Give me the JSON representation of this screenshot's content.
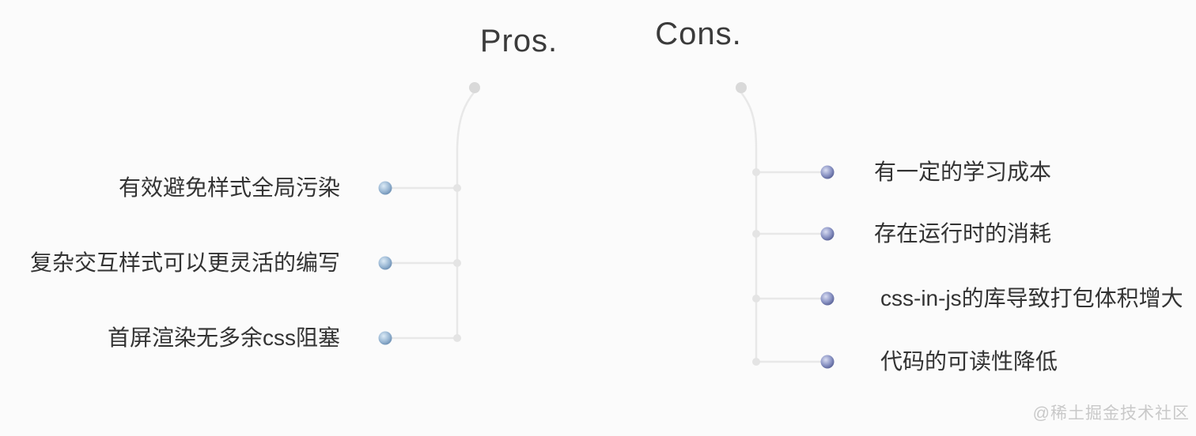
{
  "diagram": {
    "pros": {
      "title": "Pros.",
      "items": [
        "有效避免样式全局污染",
        "复杂交互样式可以更灵活的编写",
        "首屏渲染无多余css阻塞"
      ]
    },
    "cons": {
      "title": "Cons.",
      "items": [
        "有一定的学习成本",
        "存在运行时的消耗",
        "css-in-js的库导致打包体积增大",
        "代码的可读性降低"
      ]
    },
    "watermark": "@稀土掘金技术社区",
    "colors": {
      "background": "#fbfbfb",
      "text": "#333333",
      "pros_bar_blue": "#3d63b0",
      "cons_bar_navy": "#22388f",
      "bar_end_gray": "#d9d9d9",
      "connector_gray": "#e8e8e8",
      "junction_dot": "#e4e4e4",
      "pros_bullet_rim": "#6286ac",
      "pros_bullet_center": "#dcebf6",
      "cons_bullet_rim": "#4d568c",
      "cons_bullet_center": "#d9ddf2",
      "watermark_gray": "#c9c9c9"
    }
  }
}
